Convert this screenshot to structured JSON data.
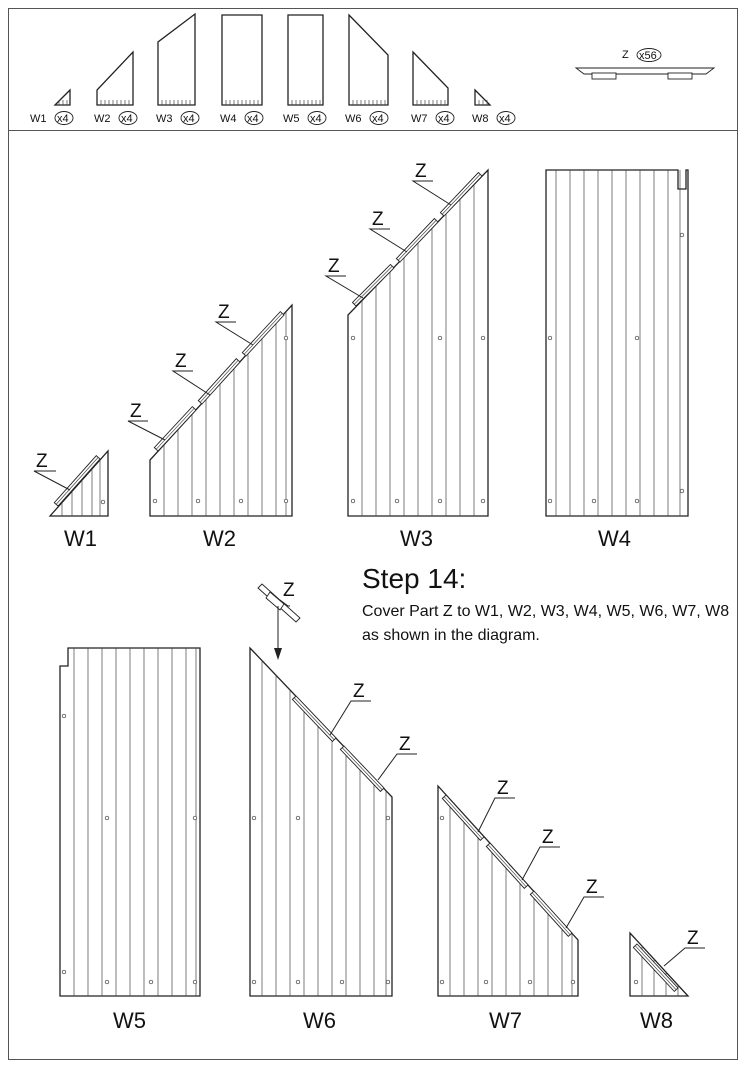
{
  "step": {
    "title": "Step 14:",
    "description": "Cover Part Z to W1, W2, W3, W4, W5, W6, W7, W8 as shown in the diagram."
  },
  "parts_list": [
    {
      "label": "W1",
      "qty": "x4"
    },
    {
      "label": "W2",
      "qty": "x4"
    },
    {
      "label": "W3",
      "qty": "x4"
    },
    {
      "label": "W4",
      "qty": "x4"
    },
    {
      "label": "W5",
      "qty": "x4"
    },
    {
      "label": "W6",
      "qty": "x4"
    },
    {
      "label": "W7",
      "qty": "x4"
    },
    {
      "label": "W8",
      "qty": "x4"
    }
  ],
  "part_z": {
    "label": "Z",
    "qty": "x56"
  },
  "panels": [
    "W1",
    "W2",
    "W3",
    "W4",
    "W5",
    "W6",
    "W7",
    "W8"
  ],
  "z_label": "Z"
}
